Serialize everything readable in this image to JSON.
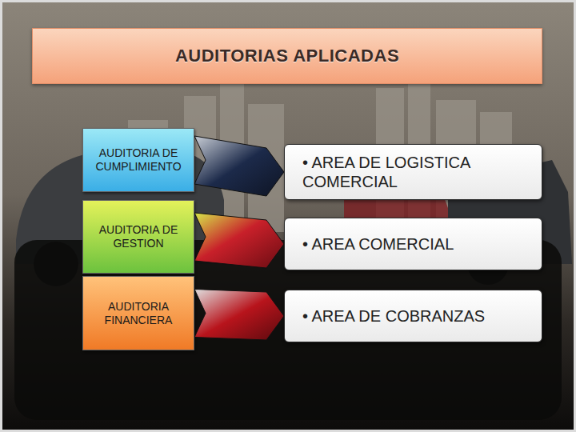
{
  "diagram": {
    "title": "AUDITORIAS APLICADAS",
    "nodes": [
      {
        "text": [
          "AUDITORIA DE CUMPLIMIENTO"
        ]
      },
      {
        "text": [
          "• AREA DE LOGISTICA COMERCIAL"
        ]
      },
      {
        "text": [
          "AUDITORIA DE GESTION"
        ]
      },
      {
        "text": [
          "• AREA COMERCIAL"
        ]
      },
      {
        "text": [
          "AUDITORIA FINANCIERA"
        ]
      },
      {
        "text": [
          "• AREA DE COBRANZAS"
        ]
      }
    ],
    "edges": [
      {
        "from": 0,
        "to": 1,
        "arrow": "to"
      },
      {
        "from": 2,
        "to": 3,
        "arrow": "to"
      },
      {
        "from": 4,
        "to": 5,
        "arrow": "to"
      }
    ]
  }
}
